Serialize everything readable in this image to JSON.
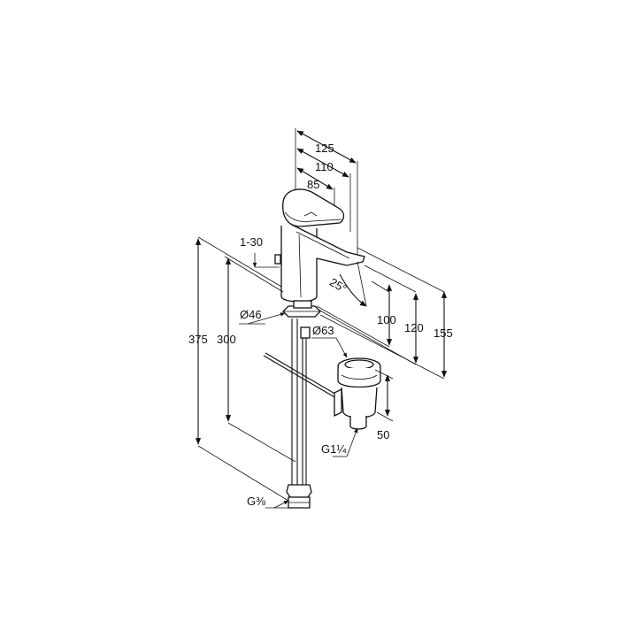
{
  "dimensions": {
    "d125": "125",
    "d110": "110",
    "d85": "85",
    "d1_30": "1-30",
    "d25": "25°",
    "d46": "Ø46",
    "d100": "100",
    "d120": "120",
    "d155": "155",
    "d375": "375",
    "d300": "300",
    "d63": "Ø63",
    "d50": "50",
    "g1_4": "G1¼",
    "g3_8": "G⅜"
  }
}
